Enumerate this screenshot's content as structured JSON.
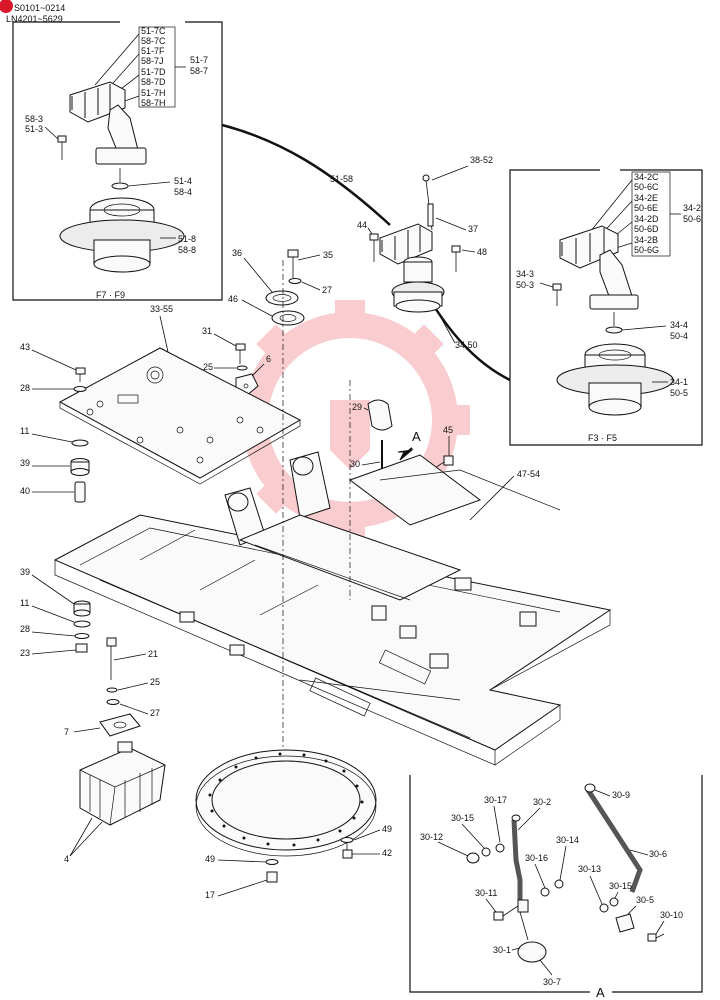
{
  "header": {
    "serial_lines": [
      "S0101~0214",
      "LN4201~5629"
    ],
    "badge_color": "#d9182b"
  },
  "watermark": {
    "color": "#e8202a"
  },
  "inset_left": {
    "caption": "F7 · F9",
    "bracket_group": [
      "51-7C",
      "58-7C",
      "51-7F",
      "58-7J",
      "51-7D",
      "58-7D",
      "51-7H",
      "58-7H"
    ],
    "bracket_parent": [
      "51-7",
      "58-7"
    ],
    "labels": {
      "bolt_a": "58-3",
      "bolt_b": "51-3",
      "oring_a": "51-4",
      "oring_b": "58-4",
      "reducer_a": "51-8",
      "reducer_b": "58-8"
    }
  },
  "inset_right": {
    "caption": "F3 · F5",
    "bracket_group": [
      "34-2C",
      "50-6C",
      "34-2E",
      "50-6E",
      "34-2D",
      "50-6D",
      "34-2B",
      "50-6G"
    ],
    "bracket_parent": [
      "34-2",
      "50-6"
    ],
    "labels": {
      "bolt_a": "34-3",
      "bolt_b": "50-3",
      "oring_a": "34-4",
      "oring_b": "50-4",
      "reducer_a": "34-1",
      "reducer_b": "50-5"
    }
  },
  "callouts": {
    "l_51_58": "51-58",
    "l_38_52": "38-52",
    "l_37": "37",
    "l_44": "44",
    "l_48": "48",
    "l_34_50": "34,50",
    "l_35": "35",
    "l_36": "36",
    "l_27a": "27",
    "l_46": "46",
    "l_33_55": "33-55",
    "l_31": "31",
    "l_25a": "25",
    "l_6": "6",
    "l_43": "43",
    "l_28a": "28",
    "l_11a": "11",
    "l_39a": "39",
    "l_40": "40",
    "l_29": "29",
    "l_A_arrow": "A",
    "l_45": "45",
    "l_30": "30",
    "l_47_54": "47-54",
    "l_39b": "39",
    "l_11b": "11",
    "l_28b": "28",
    "l_23": "23",
    "l_21": "21",
    "l_25b": "25",
    "l_27b": "27",
    "l_7": "7",
    "l_4": "4",
    "l_49a": "49",
    "l_49b": "49",
    "l_42": "42",
    "l_17": "17"
  },
  "detail_A": {
    "title": "A",
    "labels": [
      "30-17",
      "30-2",
      "30-15",
      "30-12",
      "30-16",
      "30-14",
      "30-11",
      "30-1",
      "30-7",
      "30-9",
      "30-6",
      "30-13",
      "30-15",
      "30-5",
      "30-10"
    ]
  }
}
